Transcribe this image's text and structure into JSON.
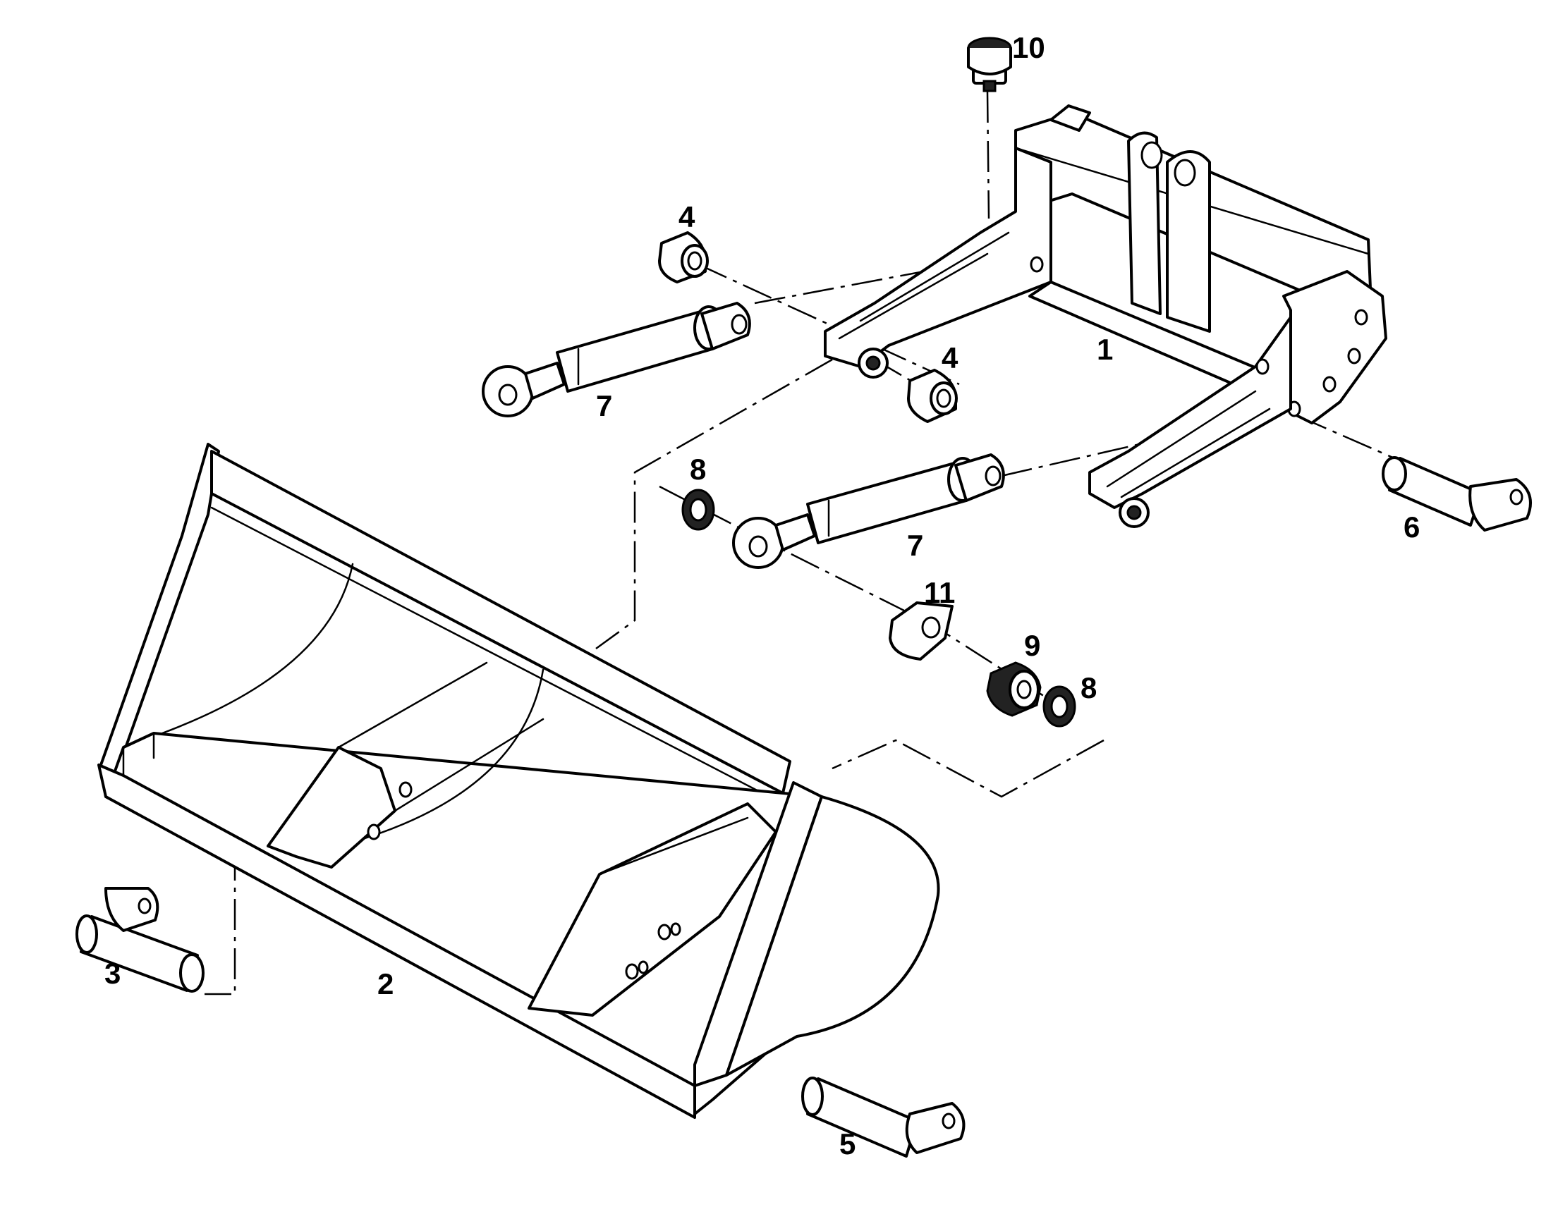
{
  "diagram": {
    "callouts": [
      {
        "id": "1",
        "label": "1"
      },
      {
        "id": "2",
        "label": "2"
      },
      {
        "id": "3",
        "label": "3"
      },
      {
        "id": "4a",
        "label": "4"
      },
      {
        "id": "4b",
        "label": "4"
      },
      {
        "id": "5",
        "label": "5"
      },
      {
        "id": "6",
        "label": "6"
      },
      {
        "id": "7a",
        "label": "7"
      },
      {
        "id": "7b",
        "label": "7"
      },
      {
        "id": "8a",
        "label": "8"
      },
      {
        "id": "8b",
        "label": "8"
      },
      {
        "id": "9",
        "label": "9"
      },
      {
        "id": "10",
        "label": "10"
      },
      {
        "id": "11",
        "label": "11"
      }
    ]
  }
}
